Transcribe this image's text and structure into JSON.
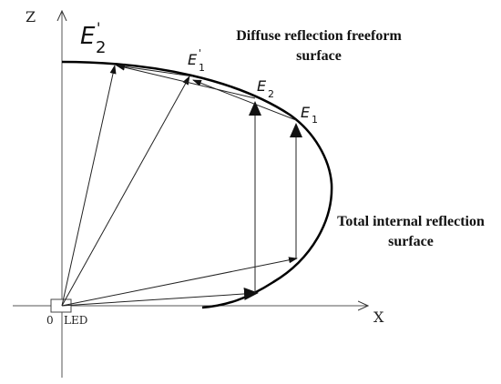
{
  "axes": {
    "z_label": "Z",
    "x_label": "X",
    "origin_label": "0",
    "led_label": "LED"
  },
  "labels": {
    "e2_prime": {
      "base": "E",
      "sub": "2",
      "prime": "'"
    },
    "e1_prime": {
      "base": "E",
      "sub": "1",
      "prime": "'"
    },
    "e2": {
      "base": "E",
      "sub": "2"
    },
    "e1": {
      "base": "E",
      "sub": "1"
    }
  },
  "annotations": {
    "diffuse_line1": "Diffuse reflection freeform",
    "diffuse_line2": "surface",
    "tir_line1": "Total internal reflection",
    "tir_line2": "surface"
  }
}
